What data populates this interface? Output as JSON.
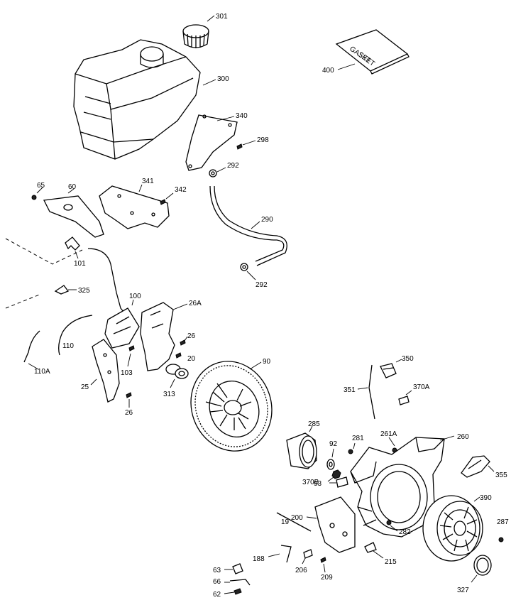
{
  "labels": {
    "p301": "301",
    "p300": "300",
    "p400": "400",
    "p340": "340",
    "p298": "298",
    "p292a": "292",
    "p290": "290",
    "p292b": "292",
    "p65": "65",
    "p60": "60",
    "p341": "341",
    "p342": "342",
    "p101": "101",
    "p325": "325",
    "p100": "100",
    "p26A": "26A",
    "p110": "110",
    "p110A": "110A",
    "p26a": "26",
    "p20": "20",
    "p103": "103",
    "p25": "25",
    "p313": "313",
    "p26b": "26",
    "p90": "90",
    "p350": "350",
    "p351": "351",
    "p370A": "370A",
    "p285": "285",
    "p92": "92",
    "p281": "281",
    "p261A": "261A",
    "p260": "260",
    "p355": "355",
    "p93": "93",
    "p370B": "370B",
    "p390": "390",
    "p200": "200",
    "p287": "287",
    "p19": "19",
    "p188": "188",
    "p282": "282",
    "p206": "206",
    "p215": "215",
    "p209": "209",
    "p327": "327",
    "p63": "63",
    "p66": "66",
    "p62": "62"
  },
  "gasket_text": [
    "GASKET",
    "SET"
  ]
}
